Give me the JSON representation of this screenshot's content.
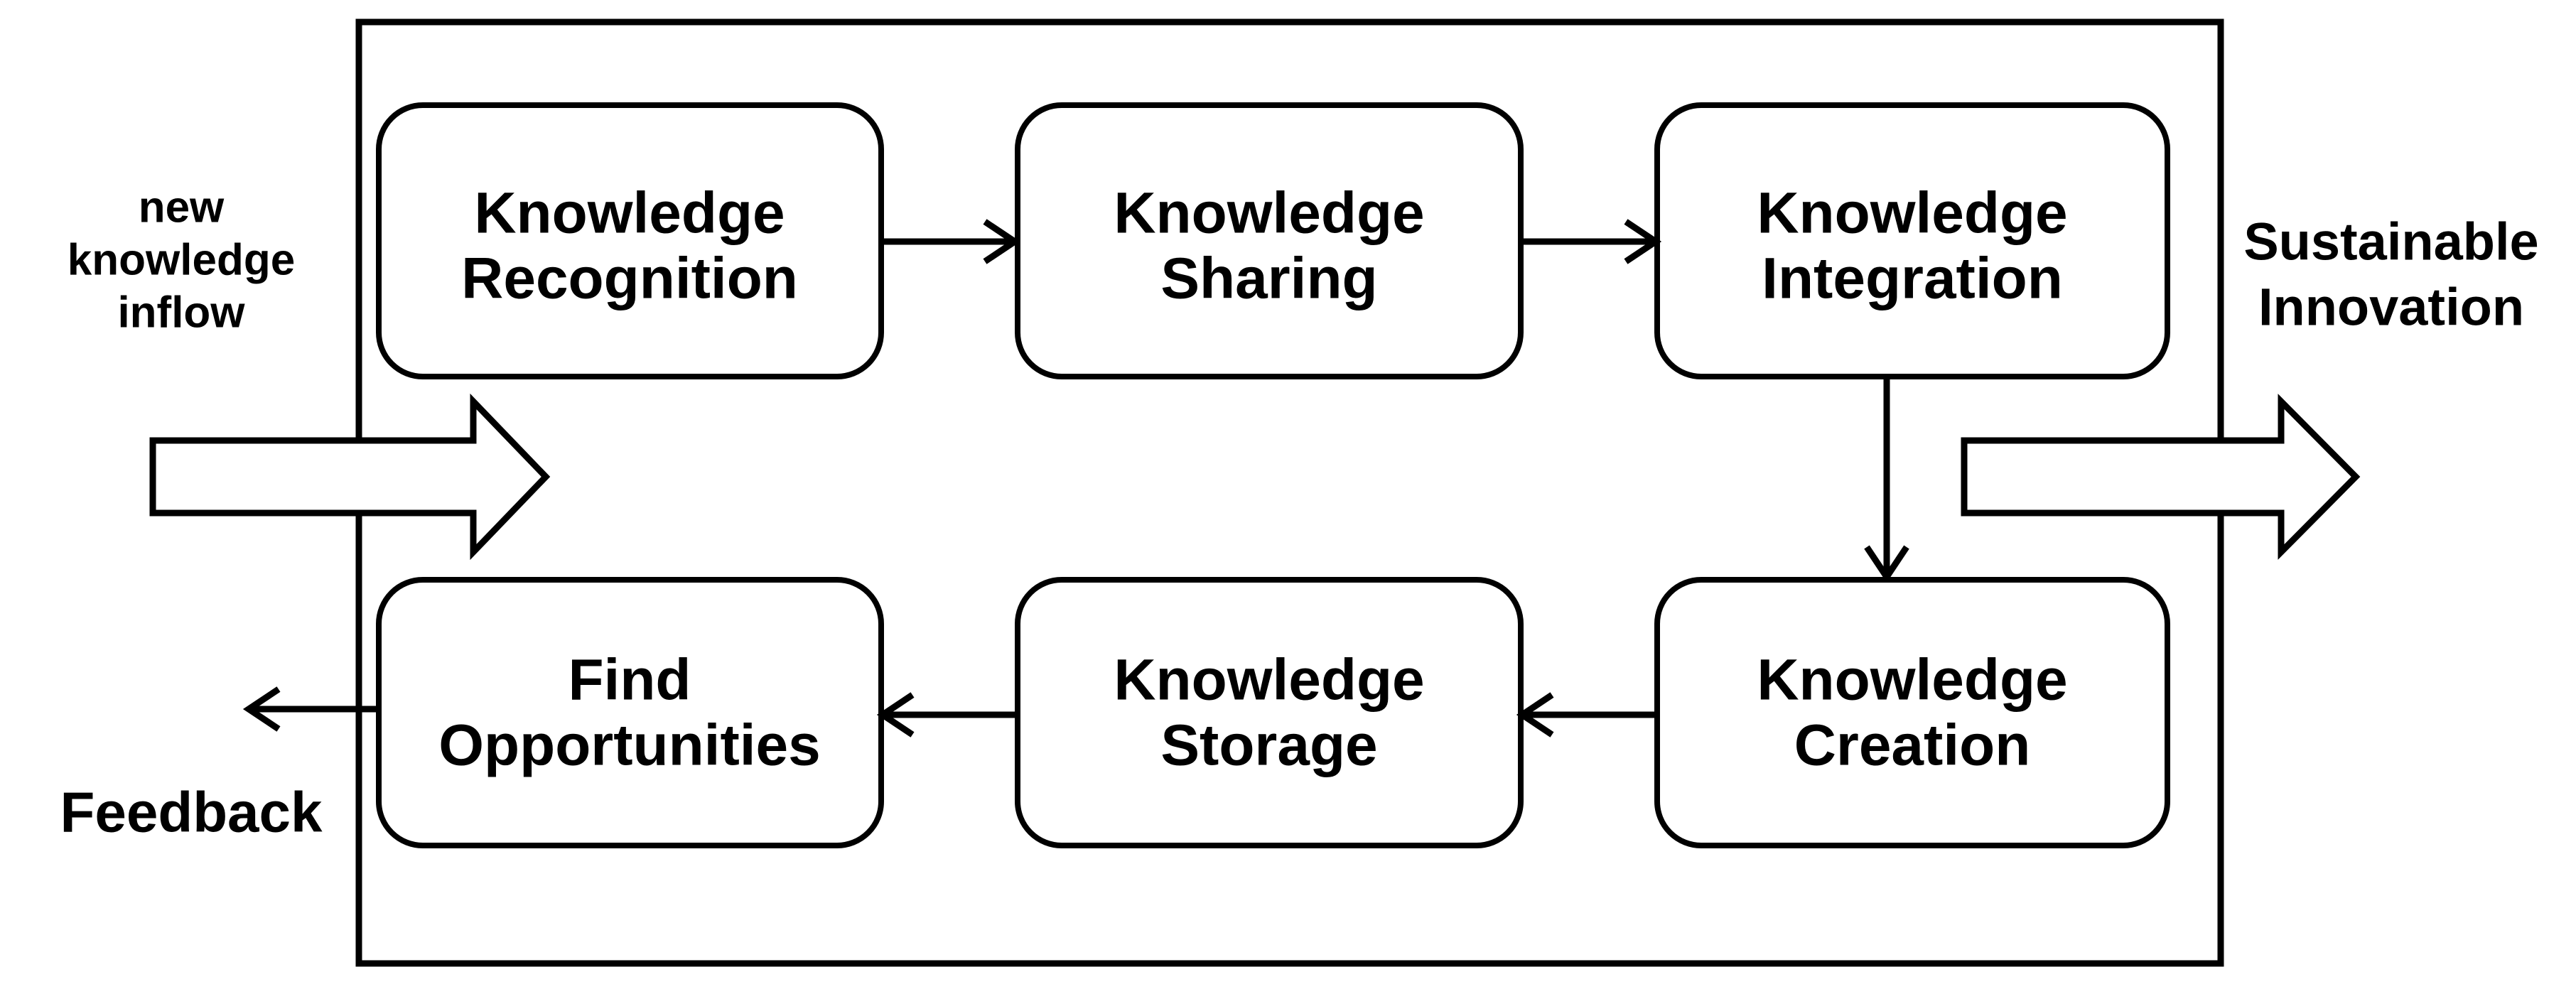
{
  "colors": {
    "ink": "#000000",
    "paper": "#ffffff"
  },
  "nodes": [
    {
      "id": "knowledge-recognition",
      "lines": [
        "Knowledge",
        "Recognition"
      ]
    },
    {
      "id": "knowledge-sharing",
      "lines": [
        "Knowledge",
        "Sharing"
      ]
    },
    {
      "id": "knowledge-integration",
      "lines": [
        "Knowledge",
        "Integration"
      ]
    },
    {
      "id": "find-opportunities",
      "lines": [
        "Find",
        "Opportunities"
      ]
    },
    {
      "id": "knowledge-storage",
      "lines": [
        "Knowledge",
        "Storage"
      ]
    },
    {
      "id": "knowledge-creation",
      "lines": [
        "Knowledge",
        "Creation"
      ]
    }
  ],
  "side_labels": {
    "inflow": {
      "lines": [
        "new",
        "knowledge",
        "inflow"
      ]
    },
    "innovation": {
      "lines": [
        "Sustainable",
        "Innovation"
      ]
    },
    "feedback": "Feedback"
  },
  "edges": [
    {
      "from": "knowledge-recognition",
      "to": "knowledge-sharing"
    },
    {
      "from": "knowledge-sharing",
      "to": "knowledge-integration"
    },
    {
      "from": "knowledge-integration",
      "to": "knowledge-creation"
    },
    {
      "from": "knowledge-creation",
      "to": "knowledge-storage"
    },
    {
      "from": "knowledge-storage",
      "to": "find-opportunities"
    },
    {
      "from": "find-opportunities",
      "to": "feedback-outside"
    },
    {
      "from": "new-knowledge-inflow",
      "to": "process-boundary"
    },
    {
      "from": "process-boundary",
      "to": "sustainable-innovation"
    }
  ]
}
